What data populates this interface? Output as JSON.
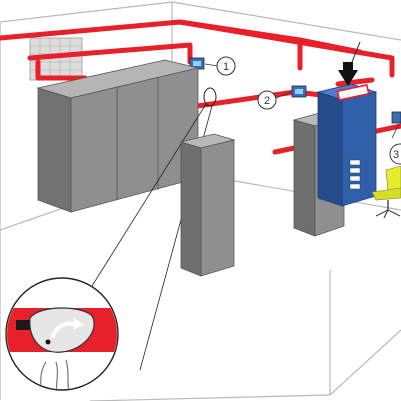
{
  "callouts": [
    {
      "label": "1"
    },
    {
      "label": "2"
    },
    {
      "label": "3"
    }
  ],
  "colors": {
    "pipe": "#e8202a",
    "cabinet": "#8f8f8f",
    "cabinet_dark": "#6f6f6f",
    "control_panel": "#2f5fa8",
    "chair": "#e6ec2a",
    "wall_line": "#b9b9b9"
  },
  "icons": [
    "detector-icon",
    "alarm-panel-icon",
    "arrow-down-icon",
    "office-chair-icon",
    "air-sampling-detail-icon"
  ]
}
